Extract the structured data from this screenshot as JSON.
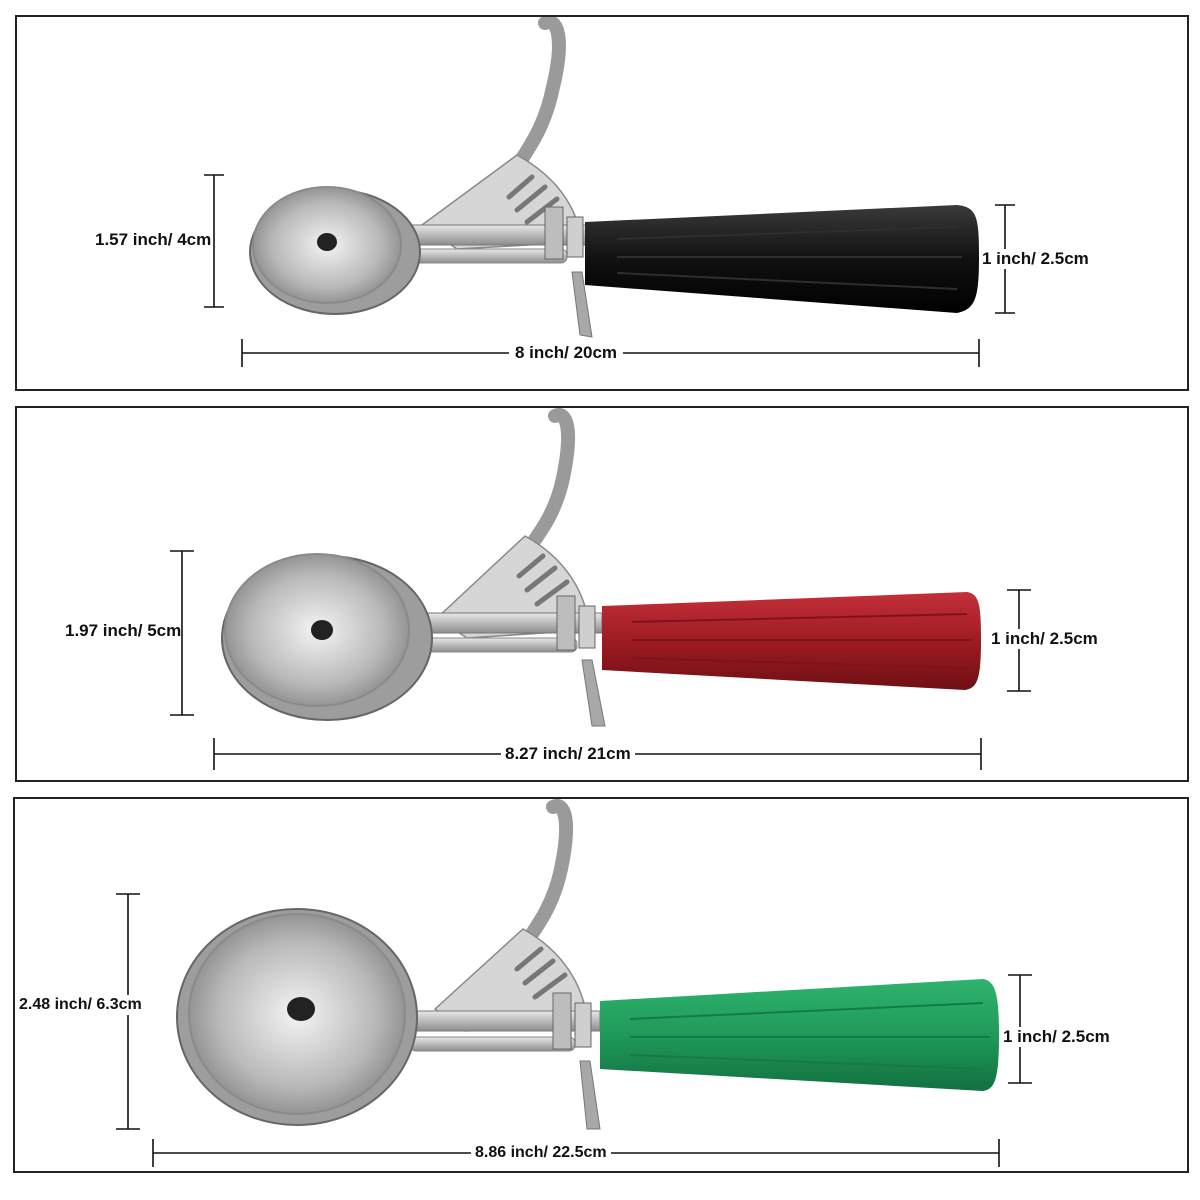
{
  "scoops": [
    {
      "handle_color": "#111111",
      "bowl_label": "1.57 inch/ 4cm",
      "handle_label": "1 inch/ 2.5cm",
      "length_label": "8 inch/ 20cm"
    },
    {
      "handle_color": "#9e1b22",
      "bowl_label": "1.97 inch/ 5cm",
      "handle_label": "1 inch/ 2.5cm",
      "length_label": "8.27 inch/ 21cm"
    },
    {
      "handle_color": "#1f9a5a",
      "bowl_label": "2.48 inch/ 6.3cm",
      "handle_label": "1 inch/ 2.5cm",
      "length_label": "8.86 inch/ 22.5cm"
    }
  ]
}
